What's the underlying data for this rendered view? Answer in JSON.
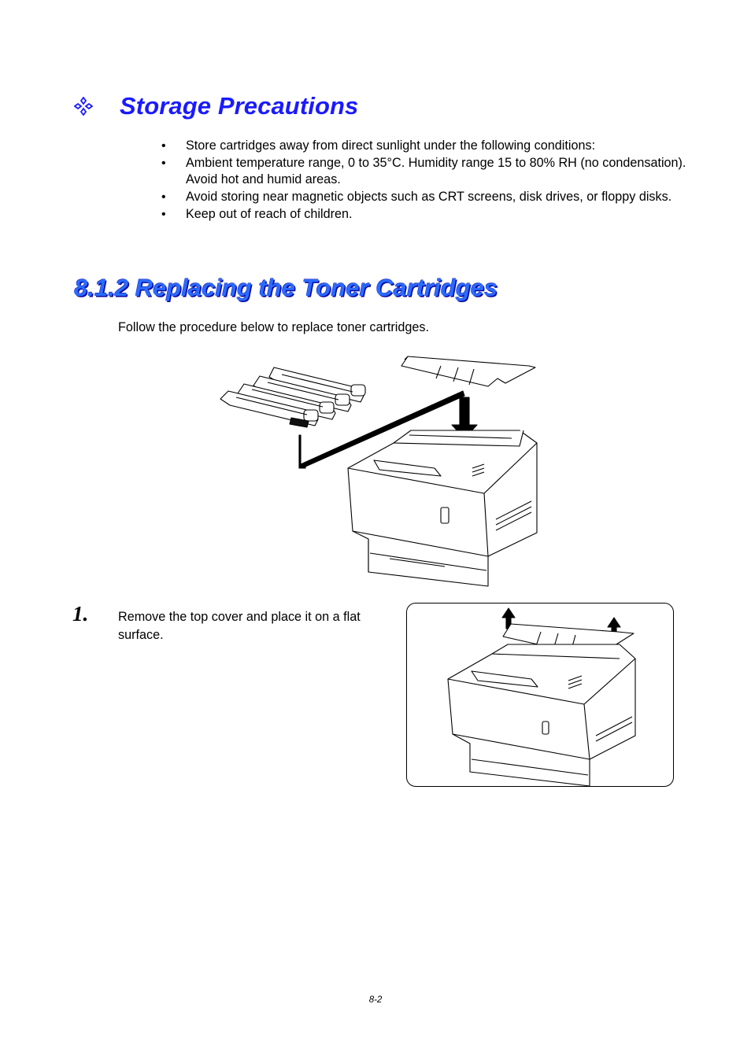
{
  "storage": {
    "title": "Storage Precautions",
    "icon": "four-diamond-icon",
    "color": "#1a1aff",
    "bullets": [
      "Store cartridges away from direct sunlight under the following conditions:",
      "Ambient temperature range, 0 to 35°C. Humidity range 15 to 80% RH (no condensation). Avoid hot and humid areas.",
      "Avoid storing near magnetic objects such as CRT screens, disk drives, or floppy disks.",
      "Keep out of reach of children."
    ]
  },
  "section": {
    "title": "8.1.2  Replacing the Toner Cartridges",
    "color": "#2a6bff",
    "intro": "Follow the procedure below to replace toner cartridges."
  },
  "steps": [
    {
      "number": "1.",
      "text": "Remove the top cover and place it on a flat surface."
    }
  ],
  "footer": {
    "page_number": "8-2"
  }
}
